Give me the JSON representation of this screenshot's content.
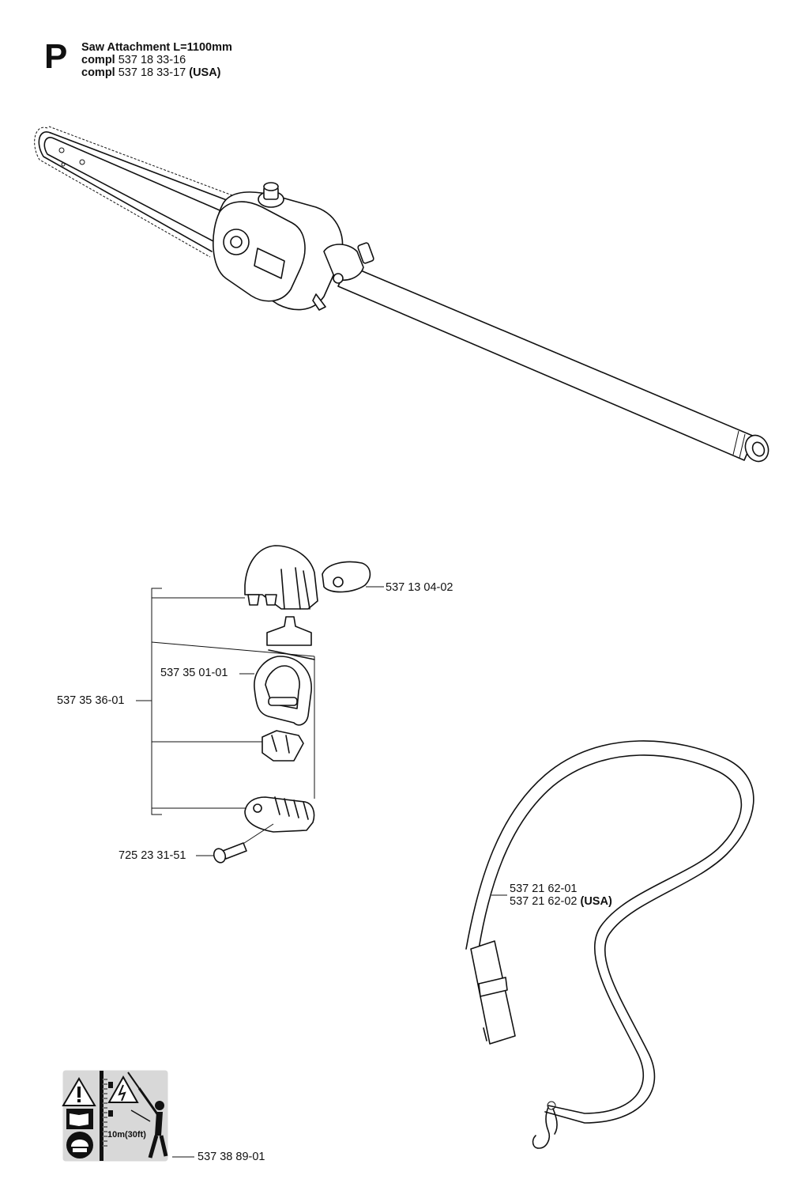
{
  "header": {
    "section_letter": "P",
    "title": "Saw Attachment L=1100mm",
    "lines": [
      {
        "prefix": "compl",
        "number": "537 18 33-16",
        "suffix": ""
      },
      {
        "prefix": "compl",
        "number": "537 18 33-17",
        "suffix": "(USA)"
      }
    ]
  },
  "parts": {
    "grip_screw_knob": "537 13 04-02",
    "handle_loop": "537 35 01-01",
    "handle_kit": "537 35 36-01",
    "bolt": "725 23 31-51",
    "strap_line1": "537 21 62-01",
    "strap_line2_number": "537 21 62-02",
    "strap_line2_suffix": "(USA)",
    "warning_decal": "537 38 89-01"
  },
  "decal": {
    "distance_text": "10m(30ft)"
  },
  "icons": {
    "chainsaw": "saw-attachment-drawing",
    "strap": "shoulder-strap-drawing",
    "warning": "warning-decal"
  }
}
